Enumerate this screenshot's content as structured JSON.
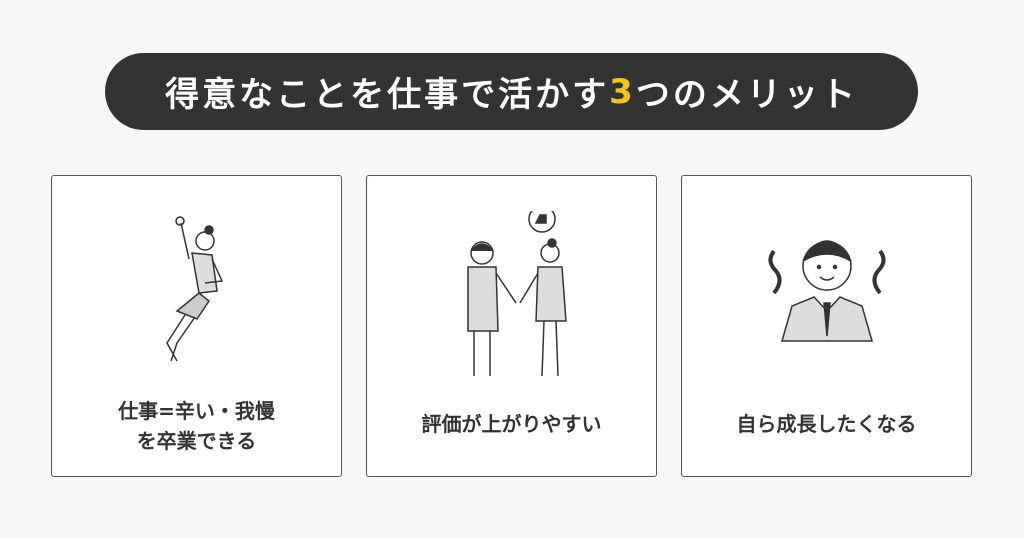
{
  "header": {
    "title_before": "得意なことを仕事で活かす",
    "title_highlight": "3",
    "title_after": "つのメリット",
    "highlight_color": "#f5c518"
  },
  "cards": [
    {
      "line1": "仕事=辛い・我慢",
      "line2": "を卒業できる",
      "icon": "cheering-woman-illustration"
    },
    {
      "line1": "評価が上がりやすい",
      "icon": "handshake-illustration"
    },
    {
      "line1": "自ら成長したくなる",
      "icon": "motivated-man-illustration"
    }
  ]
}
